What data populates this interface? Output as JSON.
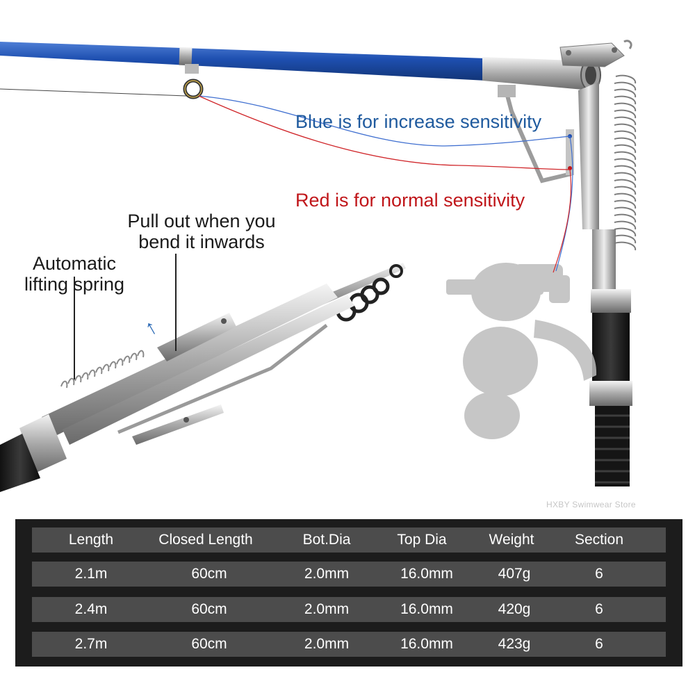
{
  "annotations": {
    "blue_line": "Blue is for increase sensitivity",
    "red_line": "Red is for normal sensitivity",
    "pull_out_line1": "Pull out when you",
    "pull_out_line2": "bend it inwards",
    "spring_line1": "Automatic",
    "spring_line2": "lifting spring"
  },
  "watermark": "HXBY Swimwear Store",
  "spec_table": {
    "headers": [
      "Length",
      "Closed Length",
      "Bot.Dia",
      "Top Dia",
      "Weight",
      "Section"
    ],
    "rows": [
      [
        "2.1m",
        "60cm",
        "2.0mm",
        "16.0mm",
        "407g",
        "6"
      ],
      [
        "2.4m",
        "60cm",
        "2.0mm",
        "16.0mm",
        "420g",
        "6"
      ],
      [
        "2.7m",
        "60cm",
        "2.0mm",
        "16.0mm",
        "423g",
        "6"
      ]
    ]
  },
  "colors": {
    "blue_text": "#1f5a9e",
    "red_text": "#c0161a",
    "rod_blue": "#1e4fb0",
    "table_bg": "#1c1c1c",
    "table_row": "#4c4c4c"
  }
}
